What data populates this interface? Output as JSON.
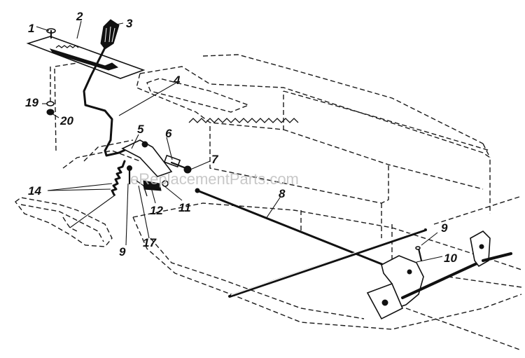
{
  "diagram": {
    "watermark": "eReplacementParts.com",
    "callouts": [
      {
        "id": "c1",
        "label": "1"
      },
      {
        "id": "c2",
        "label": "2"
      },
      {
        "id": "c3",
        "label": "3"
      },
      {
        "id": "c4",
        "label": "4"
      },
      {
        "id": "c5",
        "label": "5"
      },
      {
        "id": "c6",
        "label": "6"
      },
      {
        "id": "c7",
        "label": "7"
      },
      {
        "id": "c8",
        "label": "8"
      },
      {
        "id": "c9a",
        "label": "9"
      },
      {
        "id": "c9b",
        "label": "9"
      },
      {
        "id": "c10",
        "label": "10"
      },
      {
        "id": "c11",
        "label": "11"
      },
      {
        "id": "c12",
        "label": "12"
      },
      {
        "id": "c14",
        "label": "14"
      },
      {
        "id": "c17",
        "label": "17"
      },
      {
        "id": "c19",
        "label": "19"
      },
      {
        "id": "c20",
        "label": "20"
      }
    ]
  }
}
